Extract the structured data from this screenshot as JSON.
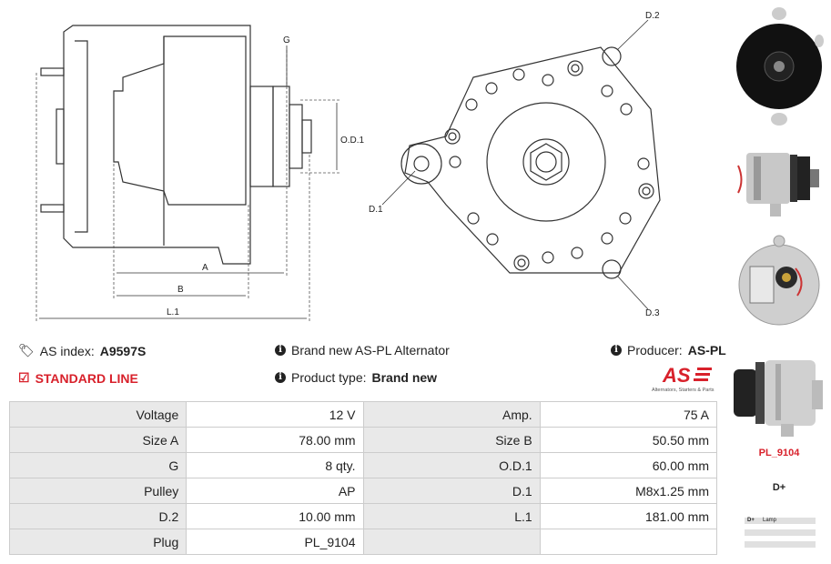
{
  "drawing_labels": {
    "g": "G",
    "od1": "O.D.1",
    "a": "A",
    "b": "B",
    "l1": "L.1",
    "d1": "D.1",
    "d2": "D.2",
    "d3": "D.3"
  },
  "info": {
    "as_index_label": "AS index:",
    "as_index_value": "A9597S",
    "brand_new_text": "Brand new AS-PL Alternator",
    "producer_label": "Producer:",
    "producer_value": "AS-PL",
    "standard_line": "STANDARD LINE",
    "product_type_label": "Product type:",
    "product_type_value": "Brand new"
  },
  "logo": {
    "text": "AS",
    "tagline": "Alternators, Starters & Parts"
  },
  "specs": [
    {
      "l1": "Voltage",
      "v1": "12 V",
      "l2": "Amp.",
      "v2": "75 A"
    },
    {
      "l1": "Size A",
      "v1": "78.00 mm",
      "l2": "Size B",
      "v2": "50.50 mm"
    },
    {
      "l1": "G",
      "v1": "8 qty.",
      "l2": "O.D.1",
      "v2": "60.00 mm"
    },
    {
      "l1": "Pulley",
      "v1": "AP",
      "l2": "D.1",
      "v2": "M8x1.25 mm"
    },
    {
      "l1": "D.2",
      "v1": "10.00 mm",
      "l2": "L.1",
      "v2": "181.00 mm"
    },
    {
      "l1": "Plug",
      "v1": "PL_9104",
      "l2": "",
      "v2": ""
    }
  ],
  "plug": {
    "code": "PL_9104",
    "terminal": "D+",
    "pin_code": "D+",
    "pin_desc": "Lamp"
  },
  "colors": {
    "accent": "#d8212b",
    "label_bg": "#e9e9e9"
  }
}
